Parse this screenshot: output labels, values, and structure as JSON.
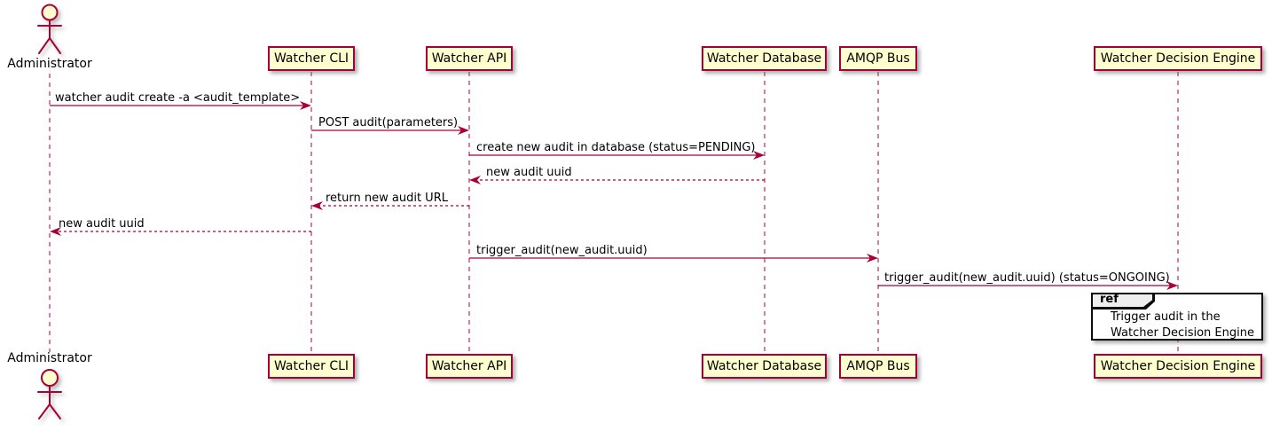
{
  "diagram": {
    "type": "sequence-diagram",
    "colors": {
      "participant_fill": "#FEFECE",
      "participant_border": "#A80036",
      "line": "#A80036",
      "text": "#000000",
      "ref_fill": "#FFFFFF",
      "ref_border": "#0C0C0C",
      "ref_tag_fill": "#EEEEEE"
    }
  },
  "participants": [
    {
      "name": "Administrator",
      "kind": "actor"
    },
    {
      "name": "Watcher CLI",
      "kind": "participant"
    },
    {
      "name": "Watcher API",
      "kind": "participant"
    },
    {
      "name": "Watcher Database",
      "kind": "participant"
    },
    {
      "name": "AMQP Bus",
      "kind": "participant"
    },
    {
      "name": "Watcher Decision Engine",
      "kind": "participant"
    }
  ],
  "messages": [
    {
      "from": "Administrator",
      "to": "Watcher CLI",
      "line": "solid",
      "text": "watcher audit create -a <audit_template>"
    },
    {
      "from": "Watcher CLI",
      "to": "Watcher API",
      "line": "solid",
      "text": "POST audit(parameters)"
    },
    {
      "from": "Watcher API",
      "to": "Watcher Database",
      "line": "solid",
      "text": "create new audit in database (status=PENDING)"
    },
    {
      "from": "Watcher Database",
      "to": "Watcher API",
      "line": "dashed",
      "text": "new audit uuid"
    },
    {
      "from": "Watcher API",
      "to": "Watcher CLI",
      "line": "dashed",
      "text": "return new audit URL"
    },
    {
      "from": "Watcher CLI",
      "to": "Administrator",
      "line": "dashed",
      "text": "new audit uuid"
    },
    {
      "from": "Watcher API",
      "to": "AMQP Bus",
      "line": "solid",
      "text": "trigger_audit(new_audit.uuid)"
    },
    {
      "from": "AMQP Bus",
      "to": "Watcher Decision Engine",
      "line": "solid",
      "text": "trigger_audit(new_audit.uuid) (status=ONGOING)"
    }
  ],
  "ref": {
    "tag": "ref",
    "over": "Watcher Decision Engine",
    "lines": [
      "Trigger audit in the",
      "Watcher Decision Engine"
    ]
  }
}
